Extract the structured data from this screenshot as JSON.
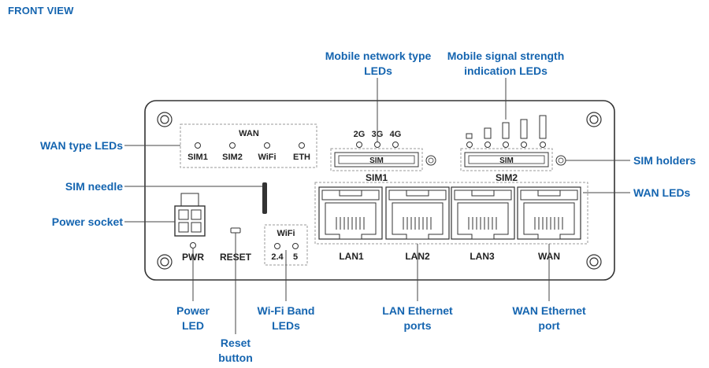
{
  "title": "FRONT VIEW",
  "device": {
    "wan_group_label": "WAN",
    "wan_leds": [
      "SIM1",
      "SIM2",
      "WiFi",
      "ETH"
    ],
    "mobile_type_leds": [
      "2G",
      "3G",
      "4G"
    ],
    "sim_label": "SIM",
    "sim_slots": [
      "SIM1",
      "SIM2"
    ],
    "wifi_group_label": "WiFi",
    "wifi_bands": [
      "2.4",
      "5"
    ],
    "power_label": "PWR",
    "reset_label": "RESET",
    "ports": [
      "LAN1",
      "LAN2",
      "LAN3",
      "WAN"
    ]
  },
  "callouts": {
    "mobile_network_type": [
      "Mobile network type",
      "LEDs"
    ],
    "mobile_signal": [
      "Mobile signal strength",
      "indication LEDs"
    ],
    "wan_type_leds": [
      "WAN type LEDs"
    ],
    "sim_holders": [
      "SIM holders"
    ],
    "sim_needle": [
      "SIM needle"
    ],
    "wan_leds": [
      "WAN LEDs"
    ],
    "power_socket": [
      "Power socket"
    ],
    "power_led": [
      "Power",
      "LED"
    ],
    "reset_button": [
      "Reset",
      "button"
    ],
    "wifi_band_leds": [
      "Wi-Fi Band",
      "LEDs"
    ],
    "lan_ports": [
      "LAN Ethernet",
      "ports"
    ],
    "wan_port": [
      "WAN Ethernet",
      "port"
    ]
  },
  "colors": {
    "accent": "#1565b0",
    "outline": "#333333"
  }
}
